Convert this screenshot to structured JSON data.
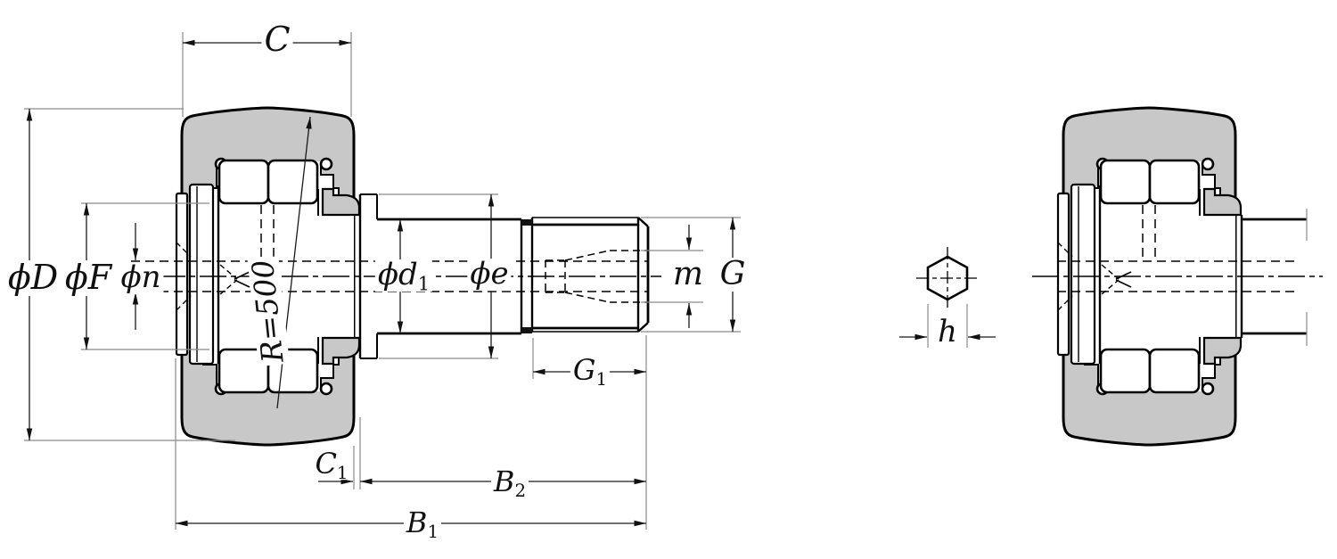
{
  "drawing": {
    "type": "engineering-drawing",
    "subject": "Stud-type cam follower track roller bearing — sectional view and side view with hexagon socket detail",
    "background": "#ffffff",
    "colors": {
      "section_fill": "#c8c8c8",
      "outline": "#000000",
      "dimension_line": "#1a1a1a",
      "extension_line": "#8a8a8a"
    }
  },
  "labels": {
    "C": {
      "text": "C"
    },
    "phiD": {
      "text": "ϕD"
    },
    "phiF": {
      "text": "ϕF"
    },
    "phiN": {
      "text": "ϕn"
    },
    "crown_radius": {
      "text": "R=500"
    },
    "phiD1": {
      "base": "ϕd",
      "sub": "1"
    },
    "phiE": {
      "text": "ϕe"
    },
    "m": {
      "text": "m"
    },
    "G": {
      "text": "G"
    },
    "G1": {
      "base": "G",
      "sub": "1"
    },
    "C1": {
      "base": "C",
      "sub": "1"
    },
    "B2": {
      "base": "B",
      "sub": "2"
    },
    "B1": {
      "base": "B",
      "sub": "1"
    },
    "h": {
      "text": "h"
    }
  }
}
